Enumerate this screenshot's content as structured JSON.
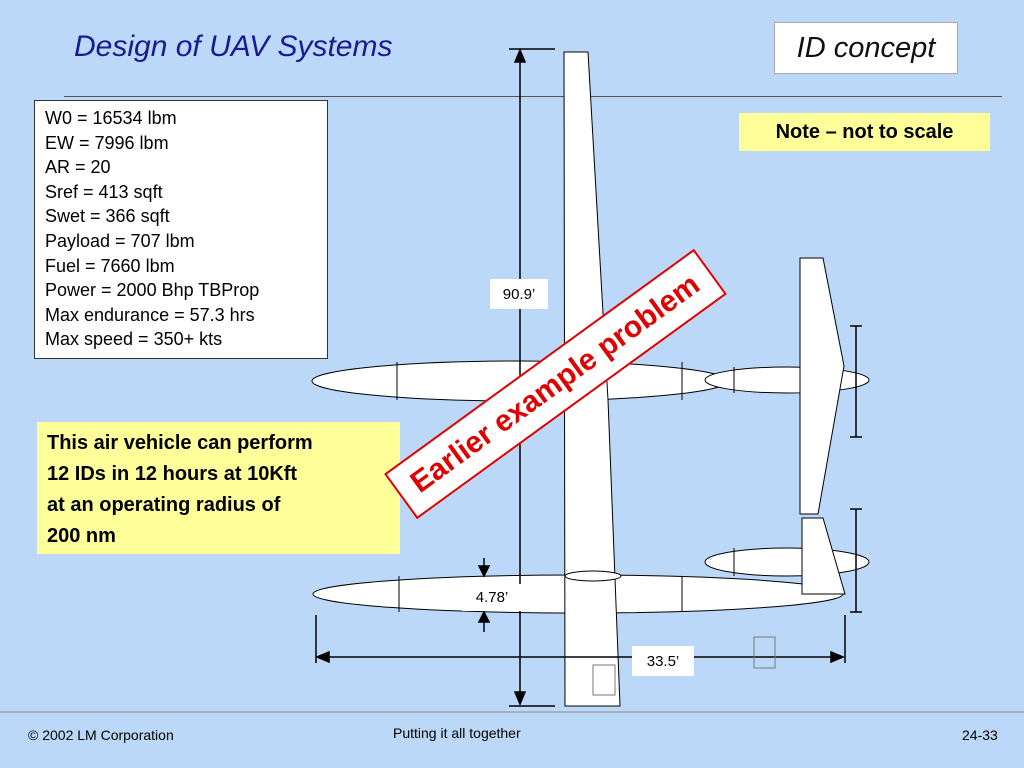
{
  "header": {
    "title": "Design of UAV Systems",
    "tag": "ID concept"
  },
  "specs": [
    "W0 = 16534 lbm",
    "EW = 7996 lbm",
    "AR = 20",
    "Sref = 413 sqft",
    "Swet = 366 sqft",
    "Payload = 707 lbm",
    "Fuel = 7660 lbm",
    "Power = 2000 Bhp TBProp",
    "Max endurance = 57.3 hrs",
    "Max speed = 350+ kts"
  ],
  "note": "Note – not to scale",
  "performance": "This air vehicle can perform\n12 IDs in 12 hours at 10Kft\nat an operating radius of\n200 nm",
  "stamp": "Earlier example problem",
  "dimensions": {
    "span": "90.9’",
    "diameter": "4.78’",
    "length": "33.5’"
  },
  "footer": {
    "copyright": "© 2002 LM Corporation",
    "center": "Putting it all together",
    "page": "24-33"
  },
  "colors": {
    "background": "#bcd8f8",
    "title": "#1a1a90",
    "highlight": "#ffff99",
    "stamp": "#e00000"
  }
}
